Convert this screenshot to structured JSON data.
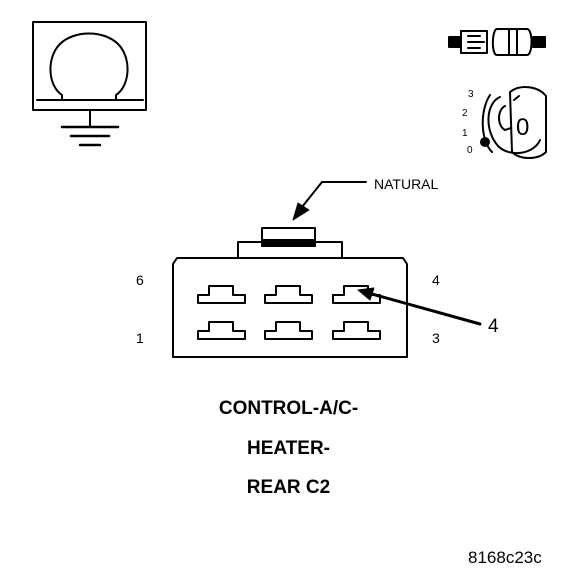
{
  "connector": {
    "title_lines": [
      "CONTROL-A/C-",
      "HEATER-",
      "REAR C2"
    ],
    "pin_labels": {
      "top_left": "6",
      "bottom_left": "1",
      "top_right": "4",
      "bottom_right": "3"
    },
    "color_label": "NATURAL",
    "callout_number": "4"
  },
  "ignition": {
    "positions": [
      "3",
      "2",
      "1",
      "0"
    ],
    "key_label": "0"
  },
  "figure_id": "8168c23c",
  "icons": {
    "ohmmeter": "ohmmeter-ground-icon",
    "connector": "disconnected-connector-icon",
    "ignition": "ignition-switch-off-icon"
  }
}
